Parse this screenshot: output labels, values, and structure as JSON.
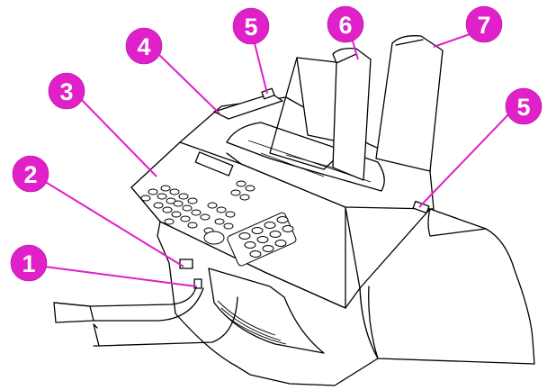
{
  "accent_color": "#e020c8",
  "callouts": [
    {
      "id": "1",
      "label": "1"
    },
    {
      "id": "2",
      "label": "2"
    },
    {
      "id": "3",
      "label": "3"
    },
    {
      "id": "4",
      "label": "4"
    },
    {
      "id": "5a",
      "label": "5"
    },
    {
      "id": "6",
      "label": "6"
    },
    {
      "id": "7",
      "label": "7"
    },
    {
      "id": "5b",
      "label": "5"
    }
  ]
}
